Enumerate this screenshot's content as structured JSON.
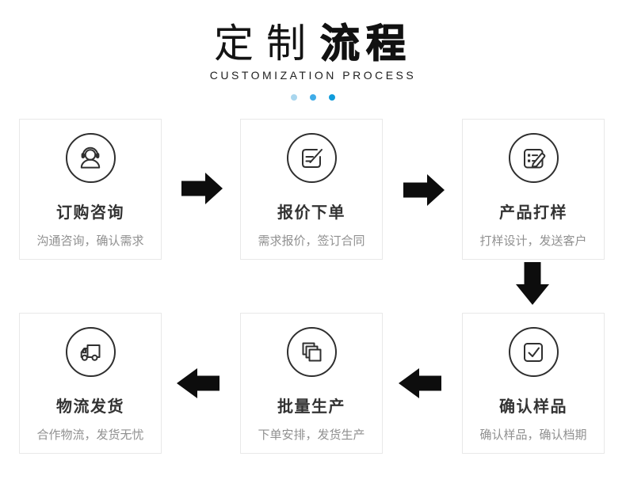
{
  "header": {
    "title_light": "定制",
    "title_bold": "流程",
    "subtitle": "CUSTOMIZATION PROCESS",
    "dot_colors": [
      "#a9d6ee",
      "#3face8",
      "#0f9bdb"
    ]
  },
  "steps": [
    {
      "title": "订购咨询",
      "desc": "沟通咨询，确认需求",
      "icon": "headset-support-icon"
    },
    {
      "title": "报价下单",
      "desc": "需求报价，签订合同",
      "icon": "contract-edit-icon"
    },
    {
      "title": "产品打样",
      "desc": "打样设计，发送客户",
      "icon": "design-draft-icon"
    },
    {
      "title": "确认样品",
      "desc": "确认样品，确认档期",
      "icon": "checkbox-confirm-icon"
    },
    {
      "title": "批量生产",
      "desc": "下单安排，发货生产",
      "icon": "batch-copies-icon"
    },
    {
      "title": "物流发货",
      "desc": "合作物流，发货无忧",
      "icon": "delivery-truck-icon"
    }
  ],
  "colors": {
    "arrow": "#0d0d0d",
    "card_border": "#e8e8e8",
    "step_title": "#333333",
    "step_desc": "#909090",
    "icon_stroke": "#2f2f2f"
  }
}
